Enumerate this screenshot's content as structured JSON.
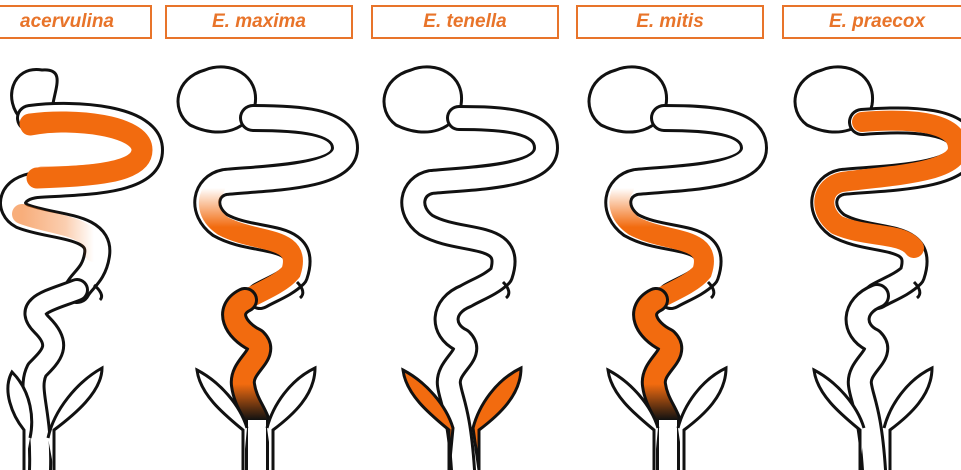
{
  "colors": {
    "accent": "#E8742A",
    "infected": "#F26B0F",
    "outline": "#111111"
  },
  "species": [
    {
      "name": "acervulina",
      "infected_regions": [
        "duodenal-loop"
      ]
    },
    {
      "name": "E. maxima",
      "infected_regions": [
        "mid-intestine"
      ]
    },
    {
      "name": "E. tenella",
      "infected_regions": [
        "caeca"
      ]
    },
    {
      "name": "E. mitis",
      "infected_regions": [
        "lower-small-intestine"
      ]
    },
    {
      "name": "E. praecox",
      "infected_regions": [
        "duodenal-loop",
        "upper-small-intestine"
      ]
    }
  ]
}
